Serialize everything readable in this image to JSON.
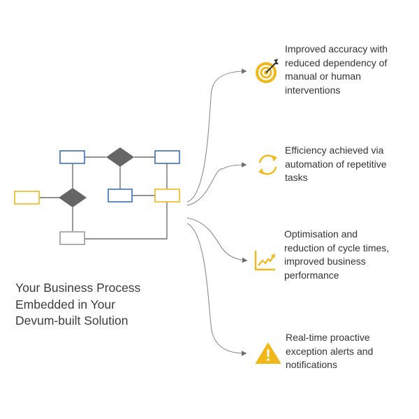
{
  "headline": {
    "lines": [
      "Your Business Process",
      "Embedded in Your",
      "Devum-built Solution"
    ]
  },
  "benefits": [
    {
      "icon": "target-icon",
      "lines": [
        "Improved accuracy with",
        "reduced dependency of",
        "manual or human",
        "interventions"
      ]
    },
    {
      "icon": "refresh-cycle-icon",
      "lines": [
        "Efficiency achieved via",
        "automation of repetitive",
        "tasks"
      ]
    },
    {
      "icon": "trend-chart-icon",
      "lines": [
        "Optimisation and",
        "reduction of cycle times,",
        "improved business",
        "performance"
      ]
    },
    {
      "icon": "warning-icon",
      "lines": [
        "Real-time proactive",
        "exception alerts and",
        "notifications"
      ]
    }
  ],
  "colors": {
    "accent": "#f0b819",
    "box_blue": "#3a6fb5",
    "box_gray": "#9a9a9a",
    "diamond": "#666666",
    "connector": "#6f6f6f",
    "curve": "#8c8c8c"
  }
}
